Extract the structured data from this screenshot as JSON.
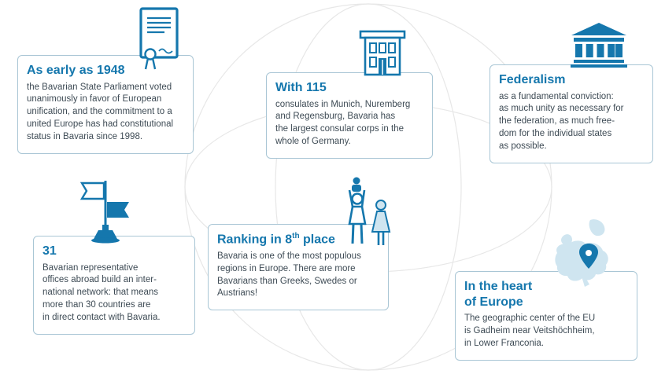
{
  "colors": {
    "accent_blue": "#1577ad",
    "light_blue_fill": "#cfe5f0",
    "body_text": "#3e4b55",
    "card_border": "#a9c6d5",
    "globe_line": "#e7e7e7"
  },
  "cards": [
    {
      "id": "early-1948",
      "icon": "certificate-icon",
      "title": "As early as 1948",
      "body": "the Bavarian State Parliament voted\nunanimously in favor of European\nunification, and the commitment to a\nunited Europe has had constitutional\nstatus in Bavaria since 1998."
    },
    {
      "id": "with-115",
      "icon": "consulate-building-icon",
      "title": "With 115",
      "body": "consulates in Munich, Nuremberg\nand Regensburg, Bavaria has\nthe largest consular corps in the\nwhole of Germany."
    },
    {
      "id": "federalism",
      "icon": "parliament-building-icon",
      "title": "Federalism",
      "body": "as a fundamental conviction:\nas much unity as necessary for\nthe federation, as much free-\ndom for the individual states\nas possible."
    },
    {
      "id": "offices-31",
      "icon": "flags-icon",
      "title": "31",
      "body": "Bavarian representative\noffices abroad build an inter-\nnational network: that means\nmore than 30 countries are\nin direct contact with Bavaria."
    },
    {
      "id": "ranking-8th",
      "icon": "family-icon",
      "title_prefix": "Ranking in 8",
      "title_sup": "th",
      "title_suffix": " place",
      "body": "Bavaria is one of the most populous\nregions in Europe. There are more\nBavarians than Greeks, Swedes or\nAustrians!"
    },
    {
      "id": "heart-of-europe",
      "icon": "europe-map-icon",
      "title": "In the heart\nof Europe",
      "body": "The geographic center of the EU\nis Gadheim near Veitshöchheim,\nin Lower Franconia."
    }
  ]
}
